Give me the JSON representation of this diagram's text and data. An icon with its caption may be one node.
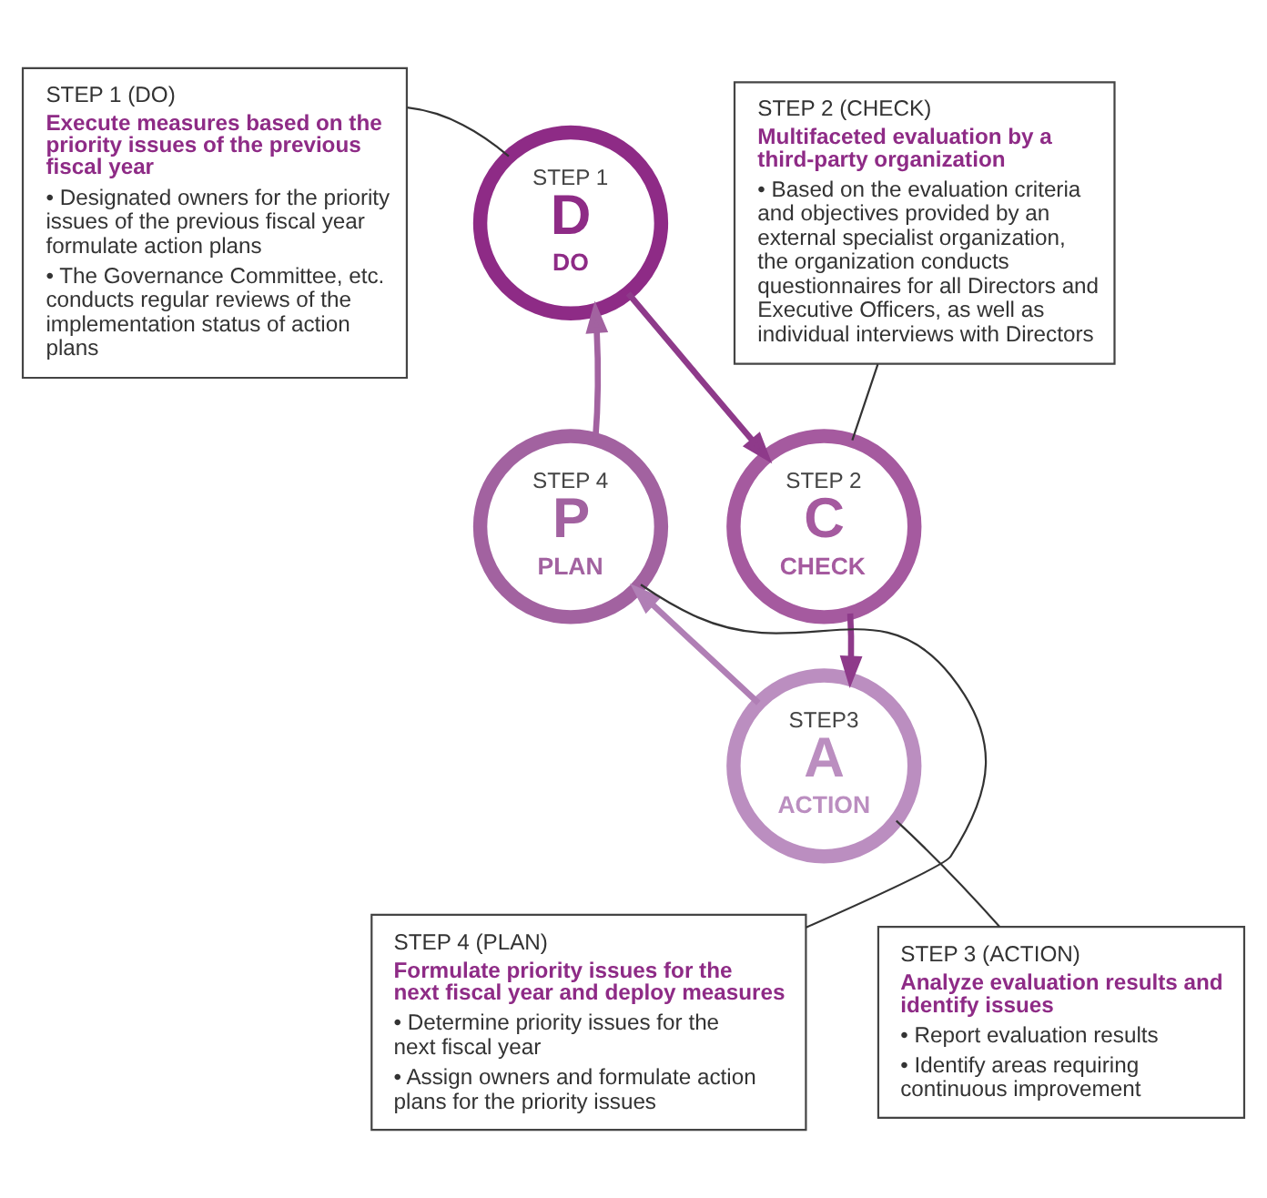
{
  "diagram": {
    "nodes": [
      {
        "text": [
          "STEP 1 (DO)",
          "Execute measures based on the priority issues of the previous fiscal year",
          "• Designated owners for the priority issues of the previous fiscal year formulate action plans",
          "• The Governance Committee, etc. conducts regular reviews of the implementation status of action plans"
        ]
      },
      {
        "text": [
          "STEP 2 (CHECK)",
          "Multifaceted evaluation by a third-party organization",
          "• Based on the evaluation criteria and objectives provided by an external specialist organization, the organization conducts questionnaires for all Directors and Executive Officers, as well as individual interviews with Directors"
        ]
      },
      {
        "text": [
          "STEP 1",
          "D",
          "DO"
        ]
      },
      {
        "text": [
          "STEP 4",
          "P",
          "PLAN"
        ]
      },
      {
        "text": [
          "STEP 2",
          "C",
          "CHECK"
        ]
      },
      {
        "text": [
          "STEP3",
          "A",
          "ACTION"
        ]
      },
      {
        "text": [
          "STEP 4 (PLAN)",
          "Formulate priority issues for the next fiscal year and deploy measures",
          "• Determine priority issues for the next fiscal year",
          "• Assign owners and formulate action plans for the priority issues"
        ]
      },
      {
        "text": [
          "STEP 3 (ACTION)",
          "Analyze evaluation results and identify issues",
          "• Report evaluation results",
          "• Identify areas requiring continuous improvement"
        ]
      }
    ],
    "edges": [
      {
        "from": 2,
        "to": 4,
        "arrow": "to",
        "style": "thick",
        "color": "#8e3a8a"
      },
      {
        "from": 4,
        "to": 5,
        "arrow": "to",
        "style": "thick",
        "color": "#8e3a8a"
      },
      {
        "from": 5,
        "to": 3,
        "arrow": "to",
        "style": "thick",
        "color": "#b07fb5"
      },
      {
        "from": 3,
        "to": 2,
        "arrow": "to",
        "style": "thick",
        "color": "#a262a0"
      },
      {
        "from": 0,
        "to": 2,
        "arrow": "none"
      },
      {
        "from": 1,
        "to": 4,
        "arrow": "none"
      },
      {
        "from": 6,
        "to": 3,
        "arrow": "none"
      },
      {
        "from": 7,
        "to": 5,
        "arrow": "none"
      }
    ]
  }
}
